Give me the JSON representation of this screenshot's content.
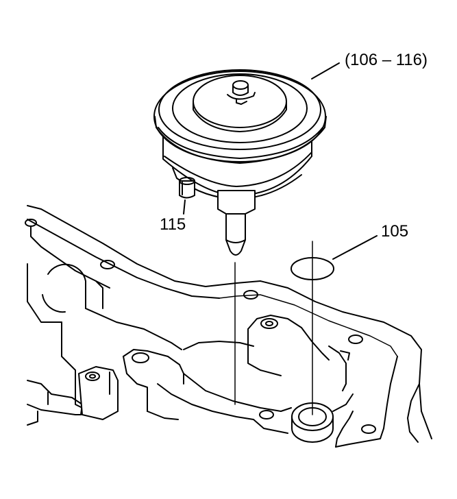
{
  "callouts": {
    "assembly": "(106 – 116)",
    "part_115": "115",
    "part_105": "105"
  },
  "colors": {
    "line": "#000000",
    "background": "#ffffff"
  }
}
